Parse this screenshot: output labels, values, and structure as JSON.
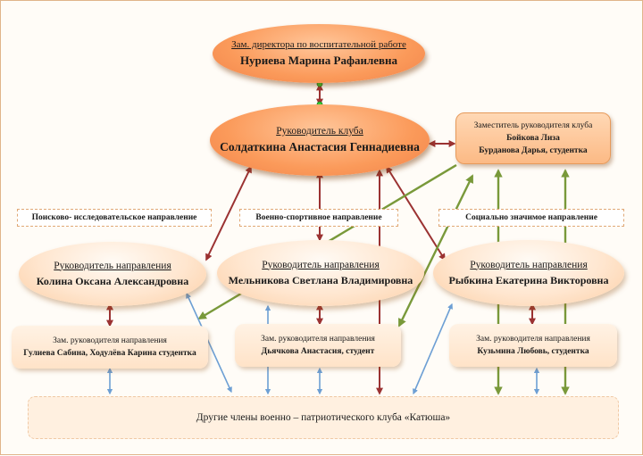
{
  "deputy_director": {
    "title": "Зам. директора по воспитательной работе",
    "name": "Нуриева Марина Рафаилевна"
  },
  "club_head": {
    "title": "Руководитель клуба",
    "name": "Солдаткина Анастасия Геннадиевна"
  },
  "club_deputy": {
    "title": "Заместитель руководителя клуба",
    "line1": "Бойкова Лиза",
    "line2": "Бурданова Дарья,  студентка"
  },
  "directions": [
    {
      "label": "Поисково- исследовательское направление",
      "head_title": "Руководитель направления",
      "head_name": "Колина Оксана Александровна",
      "deputy_title": "Зам. руководителя направления",
      "deputy_name": "Гулиева Сабина, Ходулёва Карина студентка"
    },
    {
      "label": "Военно-спортивное направление",
      "head_title": "Руководитель направления",
      "head_name": "Мельникова Светлана Владимировна",
      "deputy_title": "Зам. руководителя направления",
      "deputy_name": "Дьячкова Анастасия,  студент"
    },
    {
      "label": "Социально значимое направление",
      "head_title": "Руководитель направления",
      "head_name": "Рыбкина Екатерина Викторовна",
      "deputy_title": "Зам. руководителя направления",
      "deputy_name": "Кузьмина Любовь,  студентка"
    }
  ],
  "members": "Другие члены  военно – патриотического  клуба «Катюша»",
  "colors": {
    "dark_red": "#9b3232",
    "green": "#79993a",
    "blue": "#6d9fd4",
    "handle": "#33cc33"
  }
}
